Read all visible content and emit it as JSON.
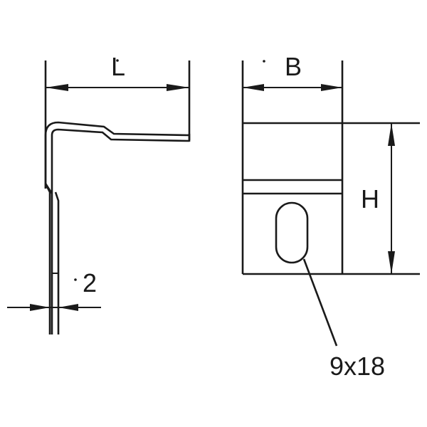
{
  "drawing": {
    "type": "technical-drawing",
    "views": [
      "side-view",
      "front-view"
    ],
    "colors": {
      "line": "#1a1a1a",
      "background": "#ffffff"
    }
  },
  "dimensions": {
    "length": {
      "label": "L"
    },
    "thickness": {
      "label": "2"
    },
    "width": {
      "label": "B"
    },
    "height": {
      "label": "H"
    },
    "slot": {
      "label": "9x18"
    }
  }
}
